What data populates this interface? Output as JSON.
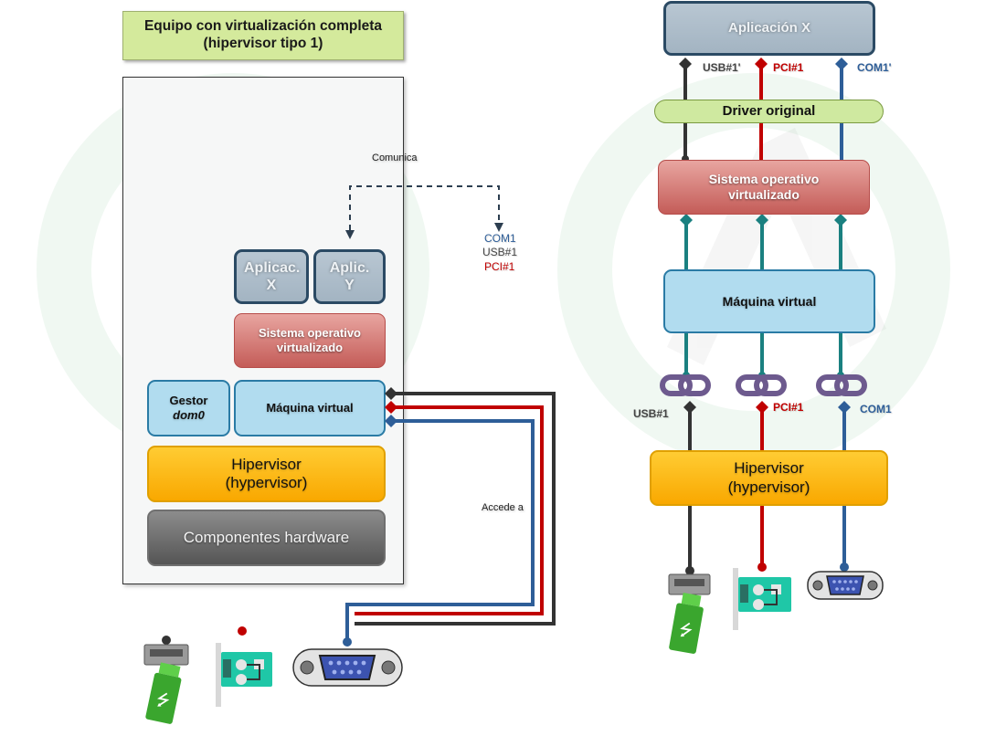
{
  "colors": {
    "usb": "#333333",
    "pci": "#c00000",
    "com": "#2e5e98",
    "vm_link": "#1a8080",
    "title_bg": "#d4ea9c",
    "hypervisor": "#fbb914",
    "os": "#c96b66",
    "vm": "#b1dcef",
    "app": "#aebecb"
  },
  "left": {
    "title": "Equipo con virtualización completa (hipervisor tipo 1)",
    "comunica_label": "Comunica",
    "accede_label": "Accede a",
    "target_ports": {
      "com": "COM1",
      "usb": "USB#1",
      "pci": "PCI#1"
    },
    "app_x": "Aplicac. X",
    "app_y": "Aplic. Y",
    "os": "Sistema operativo virtualizado",
    "gestor": "Gestor",
    "gestor_sub": "dom0",
    "vm": "Máquina virtual",
    "hypervisor_line1": "Hipervisor",
    "hypervisor_line2": "(hypervisor)",
    "hardware": "Componentes hardware",
    "devices": [
      "usb-stick",
      "pci-card",
      "serial-port"
    ]
  },
  "right": {
    "app": "Aplicación X",
    "app_ports": {
      "usb": "USB#1'",
      "pci": "PCI#1",
      "com": "COM1'"
    },
    "driver": "Driver original",
    "os": "Sistema operativo virtualizado",
    "vm": "Máquina virtual",
    "hw_ports": {
      "usb": "USB#1",
      "pci": "PCI#1",
      "com": "COM1"
    },
    "hypervisor_line1": "Hipervisor",
    "hypervisor_line2": "(hypervisor)",
    "devices": [
      "usb-stick",
      "pci-card",
      "serial-port"
    ]
  }
}
